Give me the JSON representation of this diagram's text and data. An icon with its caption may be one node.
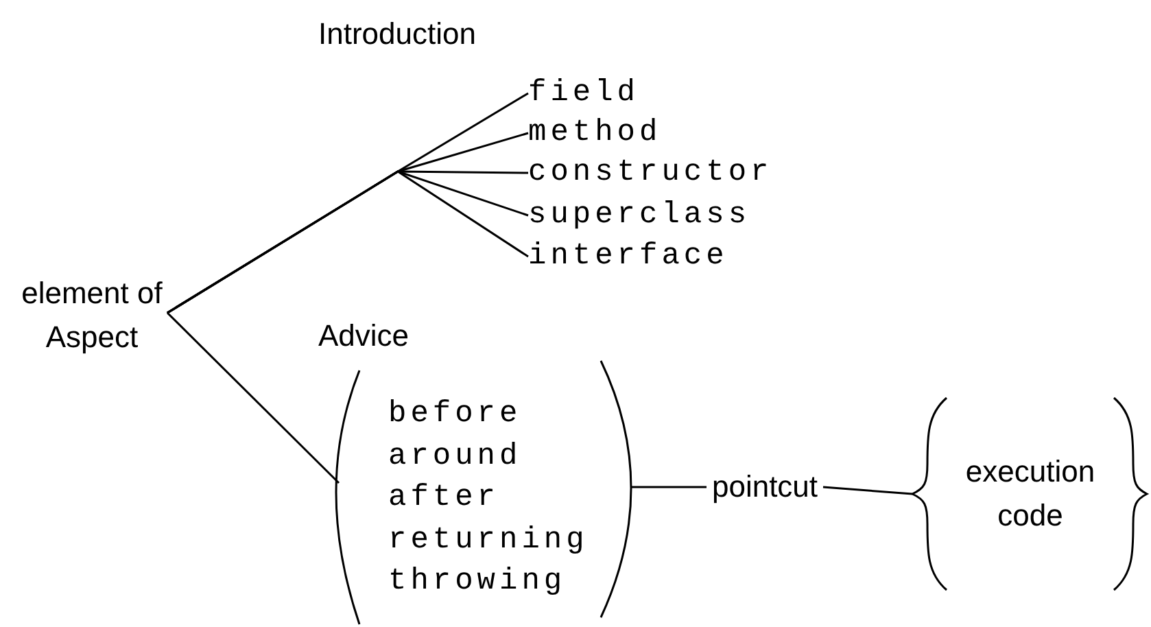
{
  "diagram": {
    "nodes": [
      {
        "text": [
          "element of Aspect"
        ]
      },
      {
        "text": [
          "field"
        ]
      },
      {
        "text": [
          "method"
        ]
      },
      {
        "text": [
          "constructor"
        ]
      },
      {
        "text": [
          "superclass"
        ]
      },
      {
        "text": [
          "interface"
        ]
      },
      {
        "text": [
          "Advice",
          "before",
          "around",
          "after",
          "returning",
          "throwing"
        ]
      },
      {
        "text": [
          "pointcut"
        ]
      },
      {
        "text": [
          "execution code"
        ]
      }
    ],
    "edges": [
      {
        "from": 0,
        "to": 1,
        "arrow": "none"
      },
      {
        "from": 0,
        "to": 2,
        "arrow": "none"
      },
      {
        "from": 0,
        "to": 3,
        "arrow": "none"
      },
      {
        "from": 0,
        "to": 4,
        "arrow": "none"
      },
      {
        "from": 0,
        "to": 5,
        "arrow": "none"
      },
      {
        "from": 0,
        "to": 6,
        "arrow": "none"
      },
      {
        "from": 6,
        "to": 7,
        "arrow": "none"
      },
      {
        "from": 7,
        "to": 8,
        "arrow": "none"
      }
    ],
    "labels": [
      "Introduction"
    ]
  }
}
